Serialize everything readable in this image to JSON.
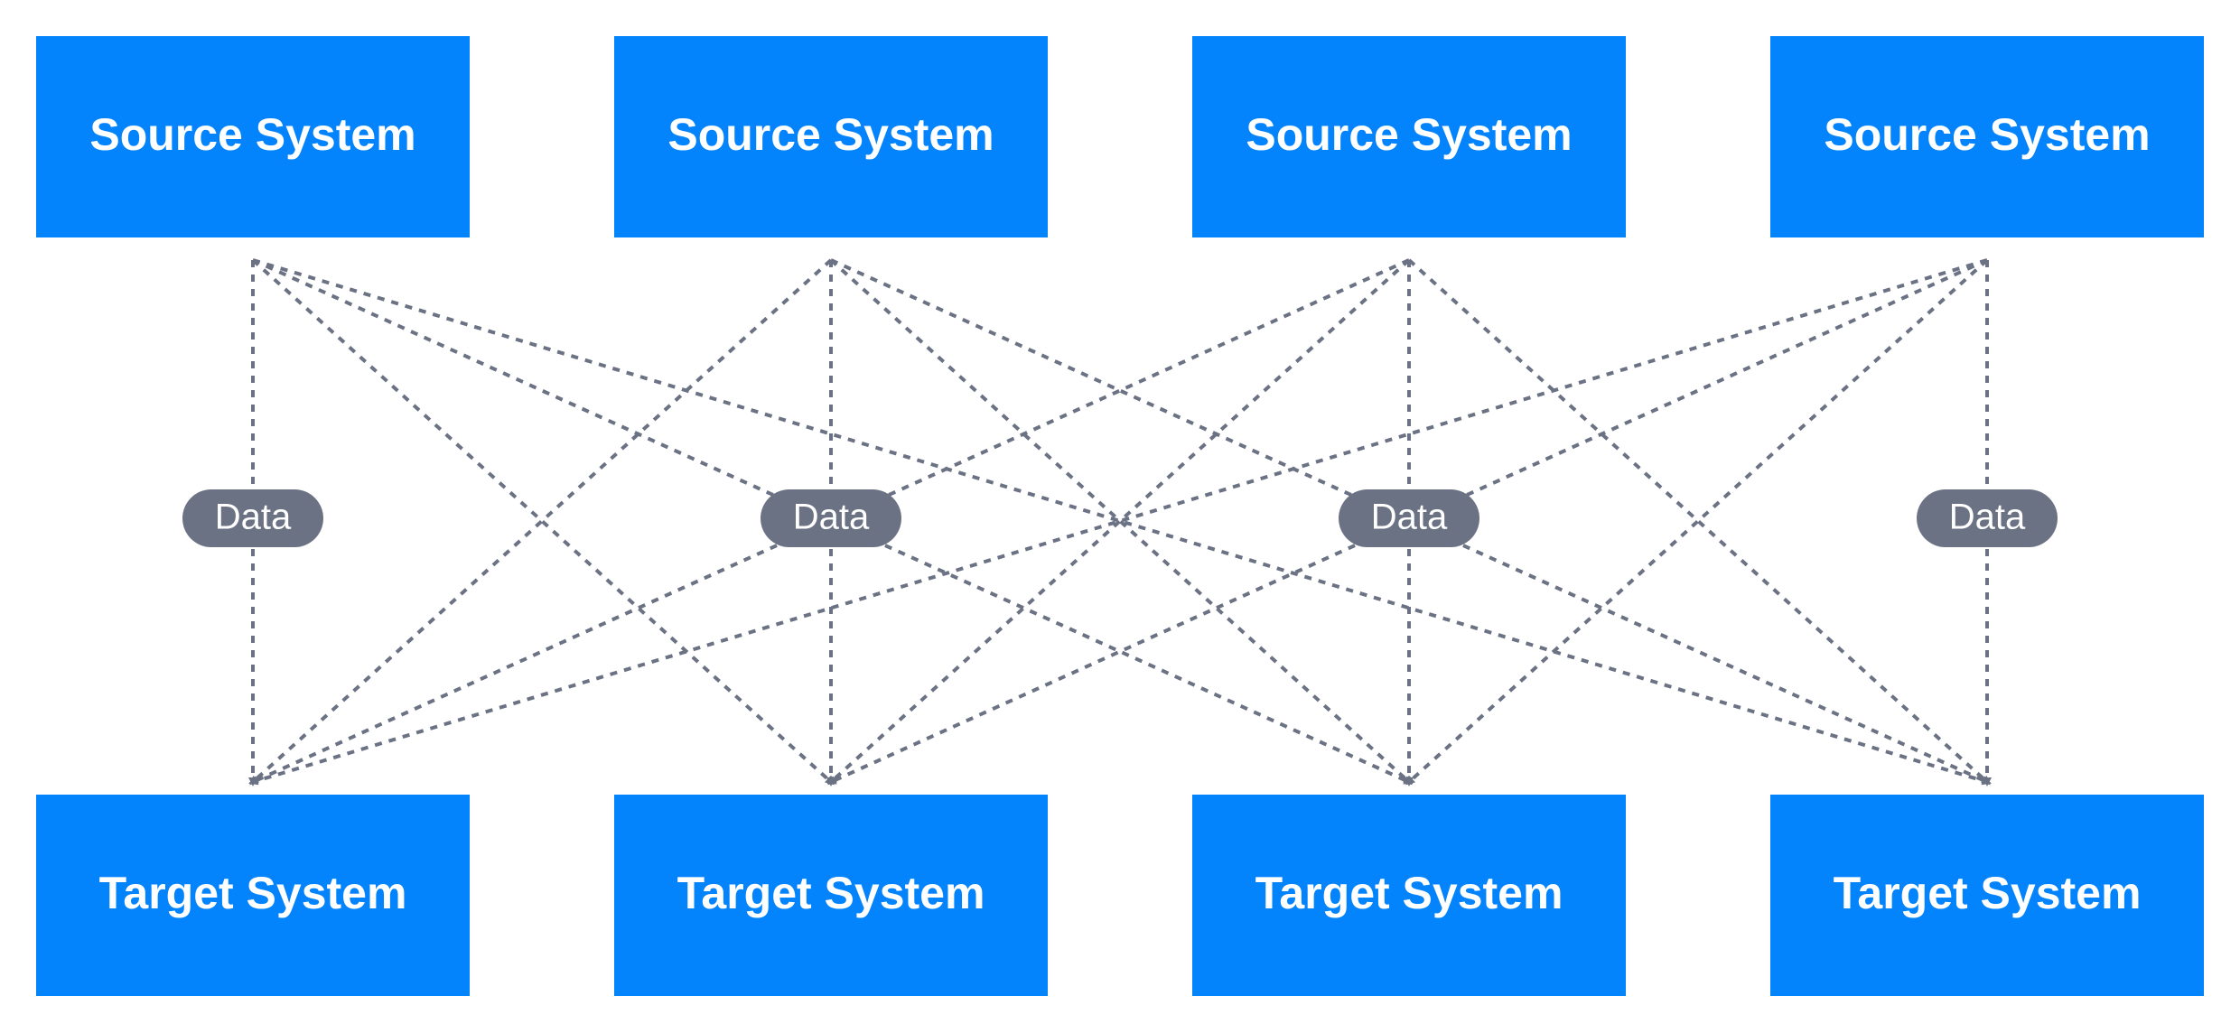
{
  "colors": {
    "node_fill": "#0383FC",
    "node_text": "#ffffff",
    "connector": "#6B7284",
    "pill_fill": "#6B7284",
    "pill_text": "#ffffff"
  },
  "source_systems": [
    {
      "label": "Source System"
    },
    {
      "label": "Source System"
    },
    {
      "label": "Source System"
    },
    {
      "label": "Source System"
    }
  ],
  "target_systems": [
    {
      "label": "Target System"
    },
    {
      "label": "Target System"
    },
    {
      "label": "Target System"
    },
    {
      "label": "Target System"
    }
  ],
  "data_labels": [
    {
      "label": "Data"
    },
    {
      "label": "Data"
    },
    {
      "label": "Data"
    },
    {
      "label": "Data"
    }
  ],
  "connections": "every source system connects to every target system"
}
